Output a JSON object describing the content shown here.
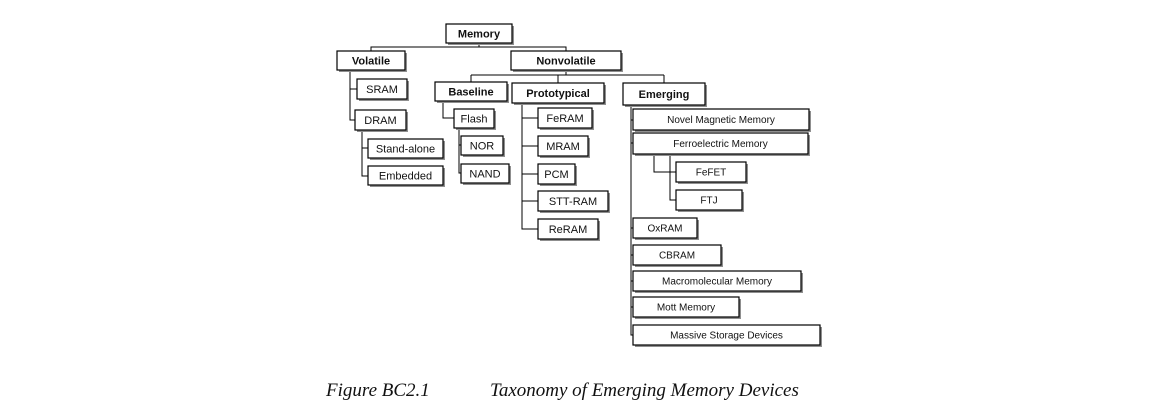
{
  "diagram": {
    "nodes": {
      "memory": "Memory",
      "volatile": "Volatile",
      "nonvolatile": "Nonvolatile",
      "sram": "SRAM",
      "dram": "DRAM",
      "stand_alone": "Stand-alone",
      "embedded": "Embedded",
      "baseline": "Baseline",
      "flash": "Flash",
      "nor": "NOR",
      "nand": "NAND",
      "prototypical": "Prototypical",
      "feram": "FeRAM",
      "mram": "MRAM",
      "pcm": "PCM",
      "stt_ram": "STT-RAM",
      "reram": "ReRAM",
      "emerging": "Emerging",
      "novel_magnetic": "Novel Magnetic Memory",
      "ferroelectric": "Ferroelectric Memory",
      "fefet": "FeFET",
      "ftj": "FTJ",
      "oxram": "OxRAM",
      "cbram": "CBRAM",
      "macromolecular": "Macromolecular Memory",
      "mott": "Mott Memory",
      "massive_storage": "Massive Storage Devices"
    }
  },
  "caption": {
    "label": "Figure BC2.1",
    "title": "Taxonomy of Emerging Memory Devices"
  }
}
